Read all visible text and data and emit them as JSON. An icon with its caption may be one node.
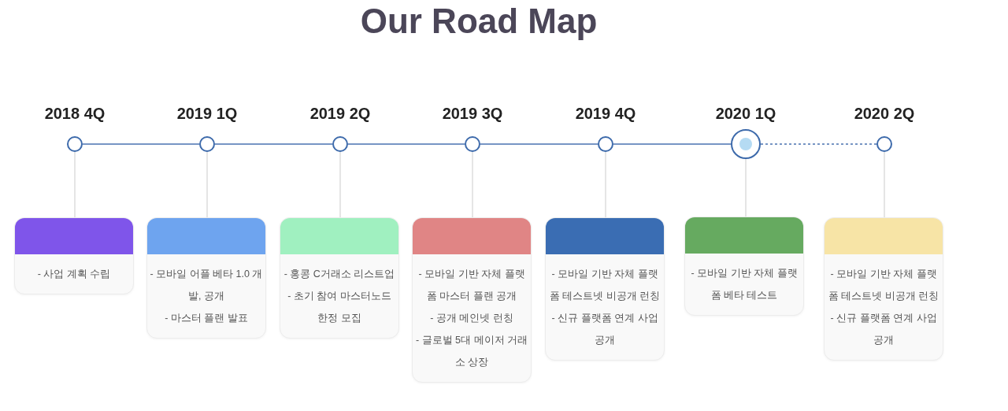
{
  "diagram": {
    "title": "Our Road Map",
    "nodes": [
      {
        "text": [],
        "shape": "circle",
        "beside": [
          "2018 4Q"
        ]
      },
      {
        "text": [],
        "shape": "circle",
        "beside": [
          "2019 1Q"
        ]
      },
      {
        "text": [],
        "shape": "circle",
        "beside": [
          "2019 2Q"
        ]
      },
      {
        "text": [],
        "shape": "circle",
        "beside": [
          "2019 3Q"
        ]
      },
      {
        "text": [],
        "shape": "circle",
        "beside": [
          "2019 4Q"
        ]
      },
      {
        "text": [],
        "shape": "circle",
        "beside": [
          "2020 1Q"
        ]
      },
      {
        "text": [],
        "shape": "circle",
        "beside": [
          "2020 2Q"
        ]
      },
      {
        "text": [
          "- 사업 계획 수립"
        ]
      },
      {
        "text": [
          "- 모바일 어플 베타 1.0 개발, 공개",
          "- 마스터 플랜 발표"
        ]
      },
      {
        "text": [
          "- 홍콩 C거래소 리스트업",
          "- 초기 참여 마스터노드 한정 모집"
        ]
      },
      {
        "text": [
          "- 모바일 기반 자체 플랫폼 마스터 플랜 공개",
          "- 공개 메인넷 런칭",
          "- 글로벌 5대 메이저 거래소 상장"
        ]
      },
      {
        "text": [
          "- 모바일 기반 자체 플랫폼 테스트넷 비공개 런칭",
          "- 신규 플랫폼 연계 사업 공개"
        ]
      },
      {
        "text": [
          "- 모바일 기반 자체 플랫폼 베타 테스트"
        ]
      },
      {
        "text": [
          "- 모바일 기반 자체 플랫폼 테스트넷 비공개 런칭",
          "- 신규 플랫폼 연계 사업 공개"
        ]
      }
    ],
    "edges": [
      {
        "from": 0,
        "to": 1,
        "arrow": "none",
        "color": "#4a72b0"
      },
      {
        "from": 1,
        "to": 2,
        "arrow": "none",
        "color": "#4a72b0"
      },
      {
        "from": 2,
        "to": 3,
        "arrow": "none",
        "color": "#4a72b0"
      },
      {
        "from": 3,
        "to": 4,
        "arrow": "none",
        "color": "#4a72b0"
      },
      {
        "from": 4,
        "to": 5,
        "arrow": "none",
        "color": "#4a72b0"
      },
      {
        "from": 5,
        "to": 6,
        "arrow": "none",
        "style": "dashed",
        "color": "#4a72b0"
      },
      {
        "from": 0,
        "to": 7,
        "arrow": "none"
      },
      {
        "from": 1,
        "to": 8,
        "arrow": "none"
      },
      {
        "from": 2,
        "to": 9,
        "arrow": "none"
      },
      {
        "from": 3,
        "to": 10,
        "arrow": "none"
      },
      {
        "from": 4,
        "to": 11,
        "arrow": "none"
      },
      {
        "from": 5,
        "to": 12,
        "arrow": "none"
      },
      {
        "from": 6,
        "to": 13,
        "arrow": "none"
      }
    ]
  }
}
